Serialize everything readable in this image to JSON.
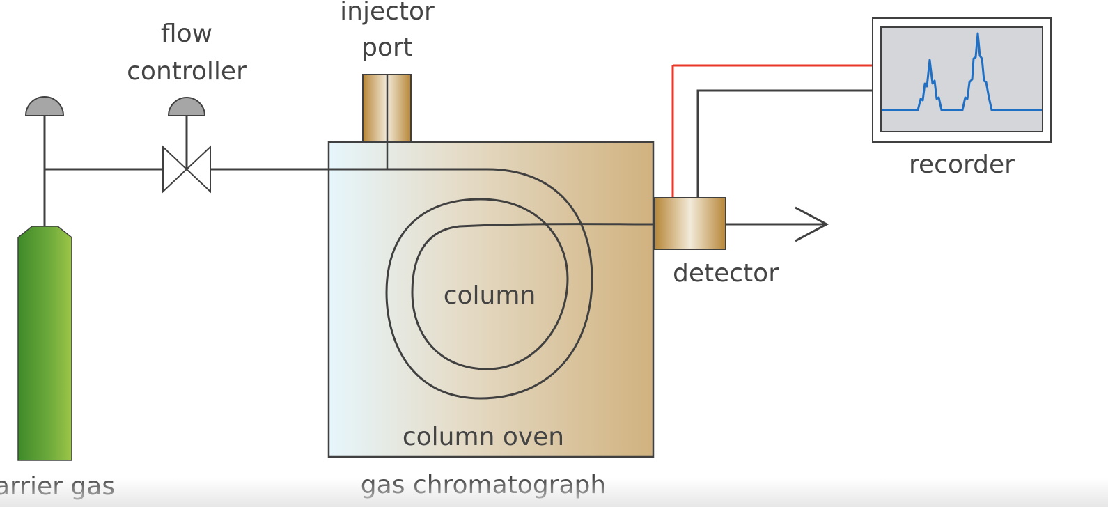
{
  "labels": {
    "carrier_gas": "arrier gas",
    "flow_controller_line1": "flow",
    "flow_controller_line2": "controller",
    "injector_port_line1": "injector",
    "injector_port_line2": "port",
    "column": "column",
    "column_oven": "column oven",
    "gas_chromatograph": "gas chromatograph",
    "detector": "detector",
    "recorder": "recorder"
  },
  "colors": {
    "line": "#404040",
    "cylinder_green": "#5b9e36",
    "valve_cap_gray": "#a6a6a6",
    "signal_red": "#e8382a",
    "trace_blue": "#1f6fc5",
    "oven_left": "#e5f3f9",
    "oven_right": "#d0b383",
    "brass": "#bb8a3e",
    "screen_gray": "#d4d6d9"
  }
}
